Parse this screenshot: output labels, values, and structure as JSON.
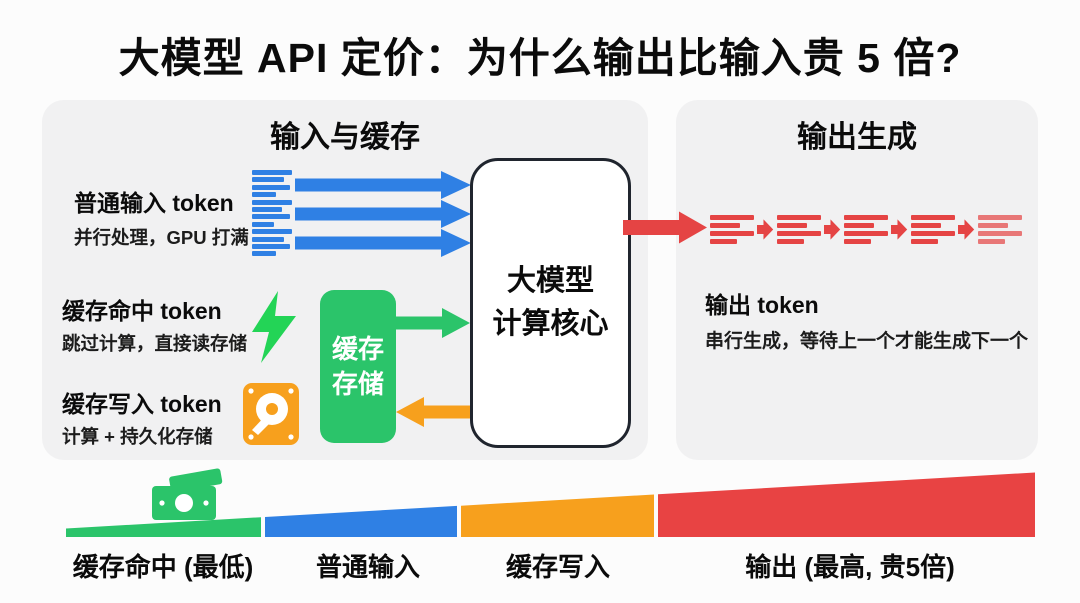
{
  "title": "大模型 API 定价：为什么输出比输入贵 5 倍?",
  "left_panel": {
    "header": "输入与缓存",
    "rows": [
      {
        "heading": "普通输入 token",
        "desc": "并行处理，GPU 打满",
        "icon": "token-lines-icon"
      },
      {
        "heading": "缓存命中 token",
        "desc": "跳过计算，直接读存储",
        "icon": "lightning-icon"
      },
      {
        "heading": "缓存写入 token",
        "desc": "计算 + 持久化存储",
        "icon": "hard-disk-icon"
      }
    ],
    "cache_box": {
      "line1": "缓存",
      "line2": "存储"
    }
  },
  "core_box": {
    "line1": "大模型",
    "line2": "计算核心"
  },
  "right_panel": {
    "header": "输出生成",
    "heading": "输出 token",
    "desc": "串行生成，等待上一个才能生成下一个"
  },
  "ramp": {
    "type": "stepped-wedge-price-comparison",
    "segments": [
      {
        "label": "缓存命中 (最低)",
        "color": "#2BC46A",
        "relative_price": 1
      },
      {
        "label": "普通输入",
        "color": "#2F80E4",
        "relative_price": 2
      },
      {
        "label": "缓存写入",
        "color": "#F7A01D",
        "relative_price": 3
      },
      {
        "label": "输出 (最高, 贵5倍)",
        "color": "#E84343",
        "relative_price": 5
      }
    ],
    "money_icon": "money-banknotes-icon"
  },
  "colors": {
    "page_bg": "#FCFCFC",
    "panel_bg": "#F1F1F2",
    "blue": "#2F80E4",
    "green": "#2BC46A",
    "lightning_green": "#23D456",
    "orange": "#F7A01D",
    "red": "#E84343",
    "core_border": "#20252E",
    "text": "#111111"
  }
}
